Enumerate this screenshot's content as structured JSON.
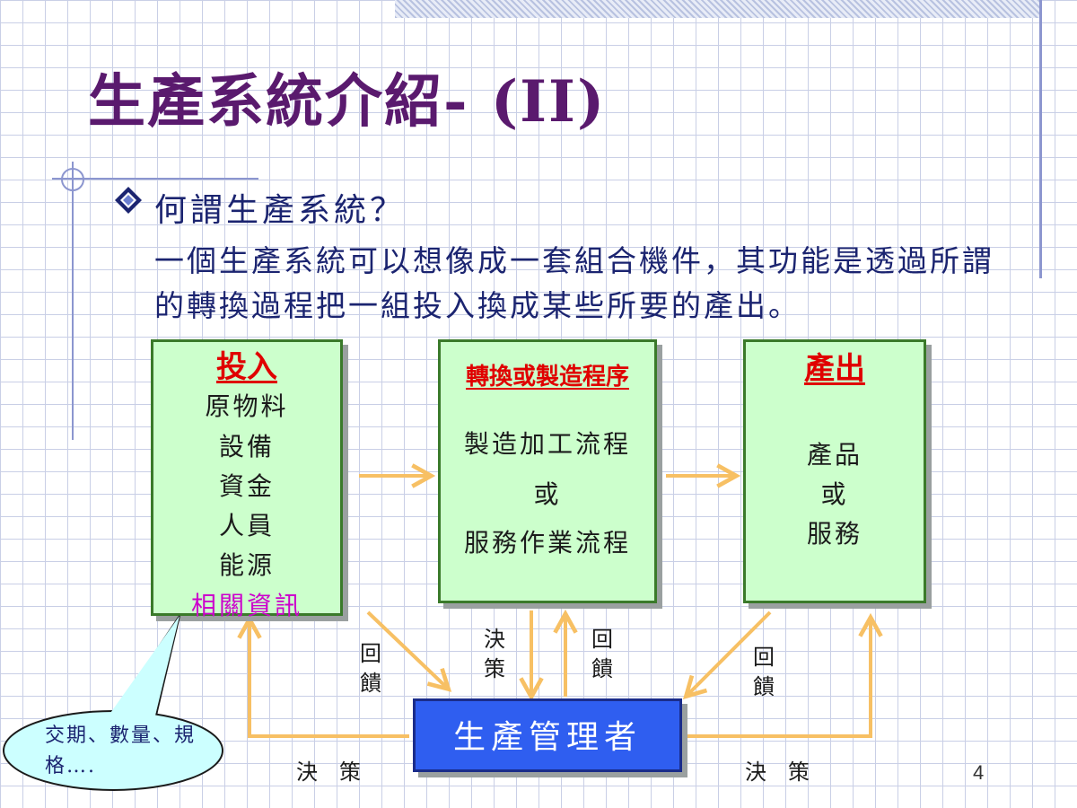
{
  "slide": {
    "title": "生產系統介紹- (II)",
    "question": "何謂生產系統？",
    "description": "一個生產系統可以想像成一套組合機件，其功能是透過所謂的轉換過程把一組投入換成某些所要的產出。",
    "page_number": "4"
  },
  "input_box": {
    "heading": "投入",
    "items": [
      "原物料",
      "設備",
      "資金",
      "人員",
      "能源",
      "相關資訊"
    ]
  },
  "process_box": {
    "heading": "轉換或製造程序",
    "items": [
      "製造加工流程",
      "或",
      "服務作業流程"
    ]
  },
  "output_box": {
    "heading": "產出",
    "items": [
      "產品",
      "或",
      "服務"
    ]
  },
  "manager": {
    "label": "生產管理者"
  },
  "labels": {
    "feedback": "回饋",
    "decision_vertical": "決策",
    "decision_horizontal": "決　策"
  },
  "callout": {
    "text": "交期、數量、規格…."
  },
  "colors": {
    "title": "#5a1a6e",
    "body_text": "#1b2470",
    "box_fill": "#ccffcc",
    "box_border": "#3a7a2a",
    "heading_red": "#e00000",
    "highlight_magenta": "#cc00cc",
    "manager_fill": "#2f5ef0",
    "arrow": "#f7c064",
    "callout_fill": "#ccffff"
  }
}
